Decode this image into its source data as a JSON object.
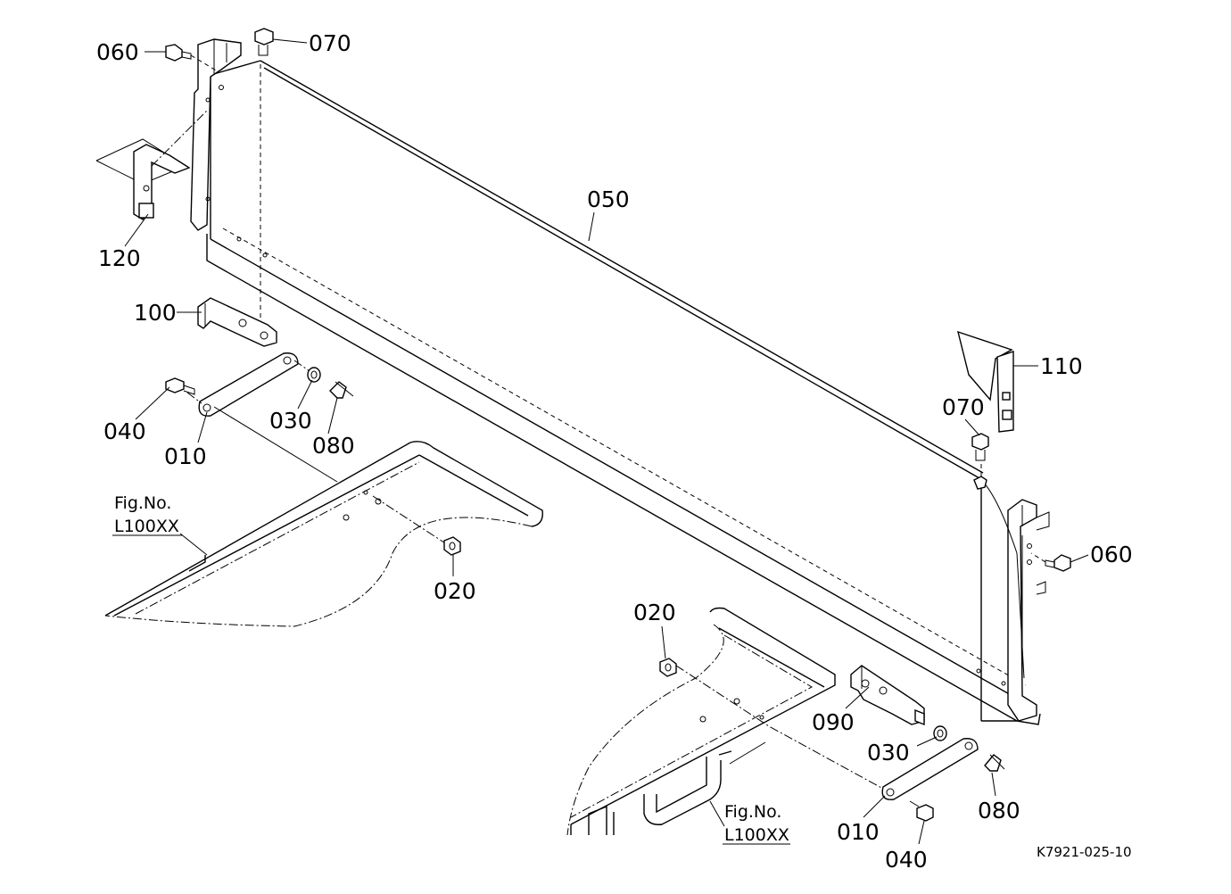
{
  "labels": {
    "p060_top": "060",
    "p070_top": "070",
    "p050": "050",
    "p120": "120",
    "p100": "100",
    "p040_left": "040",
    "p010_left": "010",
    "p030_left": "030",
    "p080_left": "080",
    "p020_left": "020",
    "p110": "110",
    "p070_right": "070",
    "p060_right": "060",
    "p020_right": "020",
    "p090": "090",
    "p030_right": "030",
    "p080_right": "080",
    "p010_right": "010",
    "p040_right": "040"
  },
  "fig_refs": {
    "left": {
      "line1": "Fig.No.",
      "line2": "L100XX"
    },
    "right": {
      "line1": "Fig.No.",
      "line2": "L100XX"
    }
  },
  "drawing_code": "K7921-025-10"
}
